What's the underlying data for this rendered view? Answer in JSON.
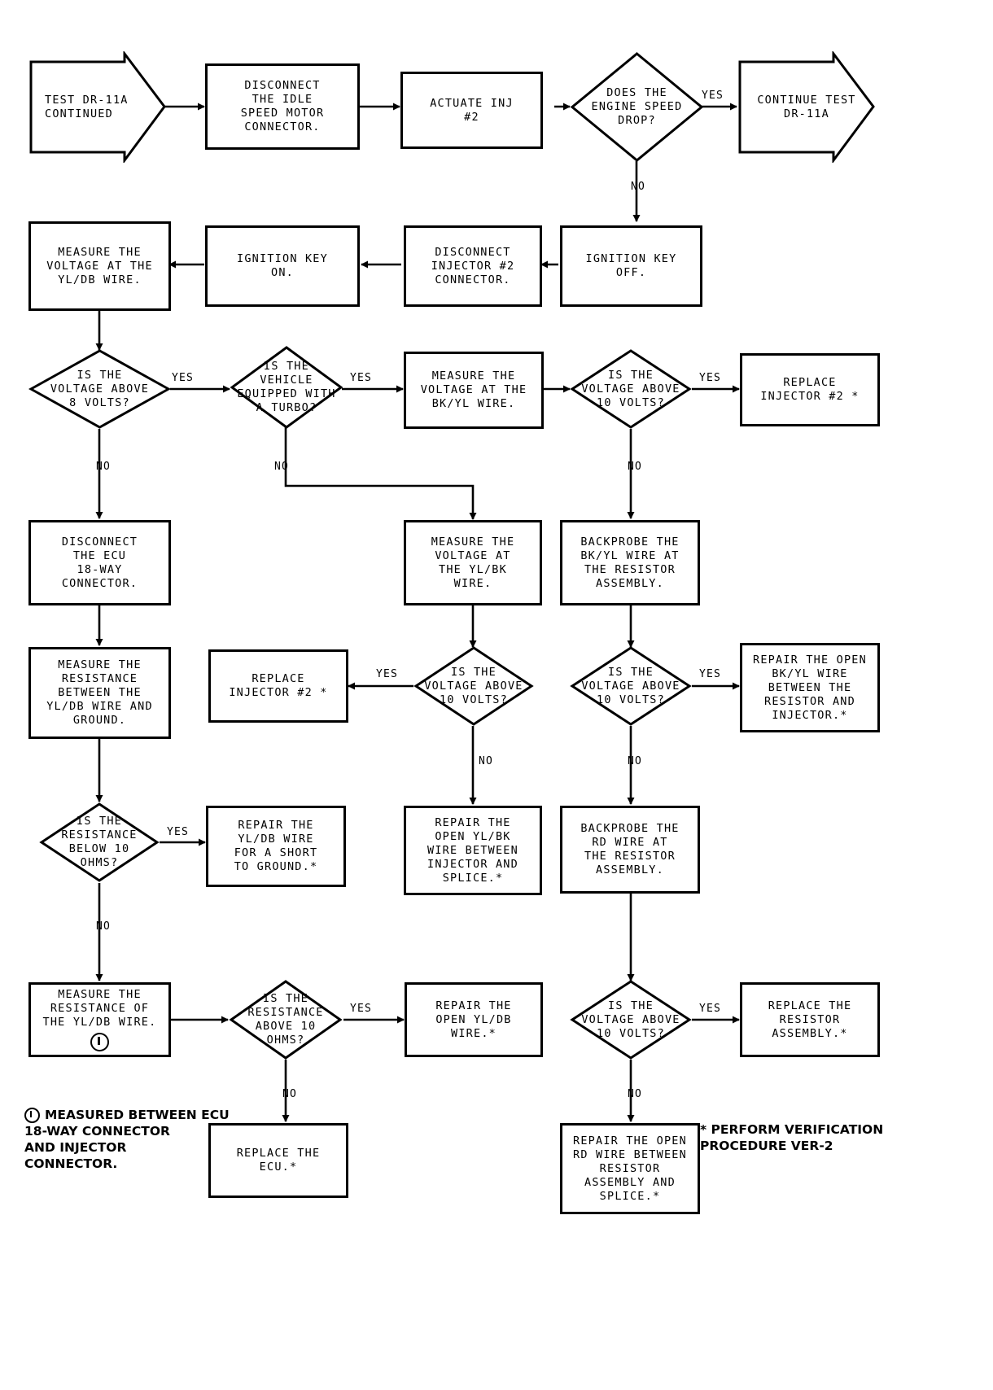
{
  "diagram": {
    "title": "TEST DR-11A CONTINUED",
    "nodes": {
      "start": "TEST DR-11A\nCONTINUED",
      "disconnect_ism": "DISCONNECT\nTHE IDLE\nSPEED MOTOR\nCONNECTOR.",
      "actuate_inj": "ACTUATE INJ\n#2",
      "q_speed_drop": "DOES THE\nENGINE SPEED\nDROP?",
      "continue_test": "CONTINUE TEST\nDR-11A",
      "key_off": "IGNITION KEY\nOFF.",
      "disconnect_inj": "DISCONNECT\nINJECTOR #2\nCONNECTOR.",
      "key_on": "IGNITION KEY\nON.",
      "measure_yldb": "MEASURE THE\nVOLTAGE AT THE\nYL/DB WIRE.",
      "q_above8": "IS THE\nVOLTAGE ABOVE\n8 VOLTS?",
      "q_turbo": "IS THE\nVEHICLE\nEQUIPPED WITH\nA TURBO?",
      "measure_bkyl": "MEASURE THE\nVOLTAGE AT THE\nBK/YL WIRE.",
      "q_above10_a": "IS THE\nVOLTAGE ABOVE\n10 VOLTS?",
      "replace_inj_a": "REPLACE\nINJECTOR #2 *",
      "disconnect_ecu": "DISCONNECT\nTHE ECU\n18-WAY\nCONNECTOR.",
      "measure_ylbk": "MEASURE THE\nVOLTAGE AT\nTHE YL/BK\nWIRE.",
      "backprobe_bkyl": "BACKPROBE THE\nBK/YL WIRE AT\nTHE RESISTOR\nASSEMBLY.",
      "measure_res_gnd": "MEASURE THE\nRESISTANCE\nBETWEEN THE\nYL/DB WIRE AND\nGROUND.",
      "replace_inj_b": "REPLACE\nINJECTOR #2 *",
      "q_above10_b": "IS THE\nVOLTAGE ABOVE\n10 VOLTS?",
      "q_above10_c": "IS THE\nVOLTAGE ABOVE\n10 VOLTS?",
      "repair_open_bkyl": "REPAIR THE OPEN\nBK/YL WIRE\nBETWEEN THE\nRESISTOR AND\nINJECTOR.*",
      "q_below10": "IS THE\nRESISTANCE\nBELOW 10\nOHMS?",
      "repair_yldb_short": "REPAIR THE\nYL/DB WIRE\nFOR A SHORT\nTO GROUND.*",
      "repair_open_ylbk": "REPAIR THE\nOPEN YL/BK\nWIRE BETWEEN\nINJECTOR AND\nSPLICE.*",
      "backprobe_rd": "BACKPROBE THE\nRD WIRE AT\nTHE RESISTOR\nASSEMBLY.",
      "measure_res_yldb": "MEASURE THE\nRESISTANCE OF\nTHE YL/DB WIRE.",
      "q_res_above10": "IS THE\nRESISTANCE\nABOVE 10\nOHMS?",
      "repair_open_yldb": "REPAIR THE\nOPEN YL/DB\nWIRE.*",
      "q_above10_d": "IS THE\nVOLTAGE ABOVE\n10 VOLTS?",
      "replace_resistor": "REPLACE THE\nRESISTOR\nASSEMBLY.*",
      "replace_ecu": "REPLACE THE\nECU.*",
      "repair_open_rd": "REPAIR THE OPEN\nRD WIRE BETWEEN\nRESISTOR\nASSEMBLY AND\nSPLICE.*"
    },
    "edge_labels": {
      "yes": "YES",
      "no": "NO"
    },
    "footnotes": {
      "circle_one": "MEASURED BETWEEN ECU\n18-WAY CONNECTOR\nAND INJECTOR\nCONNECTOR.",
      "asterisk": "* PERFORM VERIFICATION\n   PROCEDURE VER-2"
    }
  }
}
